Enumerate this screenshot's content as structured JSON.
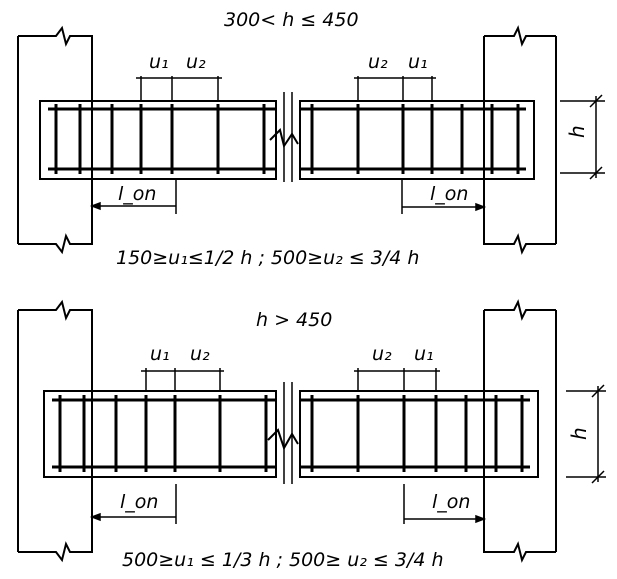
{
  "top_panel": {
    "condition": "300< h ≤ 450",
    "spacing_left": [
      "u₁",
      "u₂"
    ],
    "spacing_right": [
      "u₂",
      "u₁"
    ],
    "anchorage_left": "l_on",
    "anchorage_right": "l_on",
    "height_label": "h",
    "rule": "150≥u₁≤1/2 h ;   500≥u₂ ≤ 3/4 h"
  },
  "bottom_panel": {
    "condition": "h > 450",
    "spacing_left": [
      "u₁",
      "u₂"
    ],
    "spacing_right": [
      "u₂",
      "u₁"
    ],
    "anchorage_left": "l_on",
    "anchorage_right": "l_on",
    "height_label": "h",
    "rule": "500≥u₁ ≤ 1/3 h ;   500≥ u₂ ≤ 3/4 h"
  }
}
